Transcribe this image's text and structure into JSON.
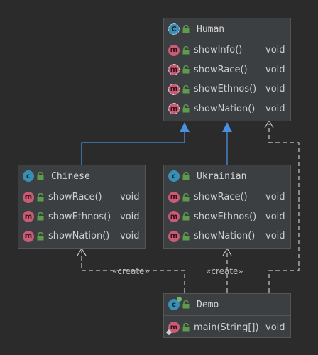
{
  "colors": {
    "background": "#2b2b2b",
    "class_box": "#3c3f41",
    "border": "#555555",
    "inheritance_arrow": "#4a8fe0",
    "dependency_line": "#c8c8c8",
    "class_icon": "#3a8fb5",
    "method_icon": "#c75c74",
    "public_lock": "#5e9b4a"
  },
  "icons": {
    "class": "class-icon",
    "abstract_class": "abstract-class-icon",
    "method": "method-icon",
    "abstract_method": "abstract-method-icon",
    "visibility": "public-lock-icon",
    "runnable": "runnable-class-icon"
  },
  "classes": {
    "human": {
      "name": "Human",
      "methods": [
        {
          "name": "showInfo()",
          "type": "void"
        },
        {
          "name": "showRace()",
          "type": "void"
        },
        {
          "name": "showEthnos()",
          "type": "void"
        },
        {
          "name": "showNation()",
          "type": "void"
        }
      ]
    },
    "chinese": {
      "name": "Chinese",
      "methods": [
        {
          "name": "showRace()",
          "type": "void"
        },
        {
          "name": "showEthnos()",
          "type": "void"
        },
        {
          "name": "showNation()",
          "type": "void"
        }
      ]
    },
    "ukrainian": {
      "name": "Ukrainian",
      "methods": [
        {
          "name": "showRace()",
          "type": "void"
        },
        {
          "name": "showEthnos()",
          "type": "void"
        },
        {
          "name": "showNation()",
          "type": "void"
        }
      ]
    },
    "demo": {
      "name": "Demo",
      "methods": [
        {
          "name": "main(String[])",
          "type": "void"
        }
      ]
    }
  },
  "edges": {
    "create_label": "«create»"
  }
}
